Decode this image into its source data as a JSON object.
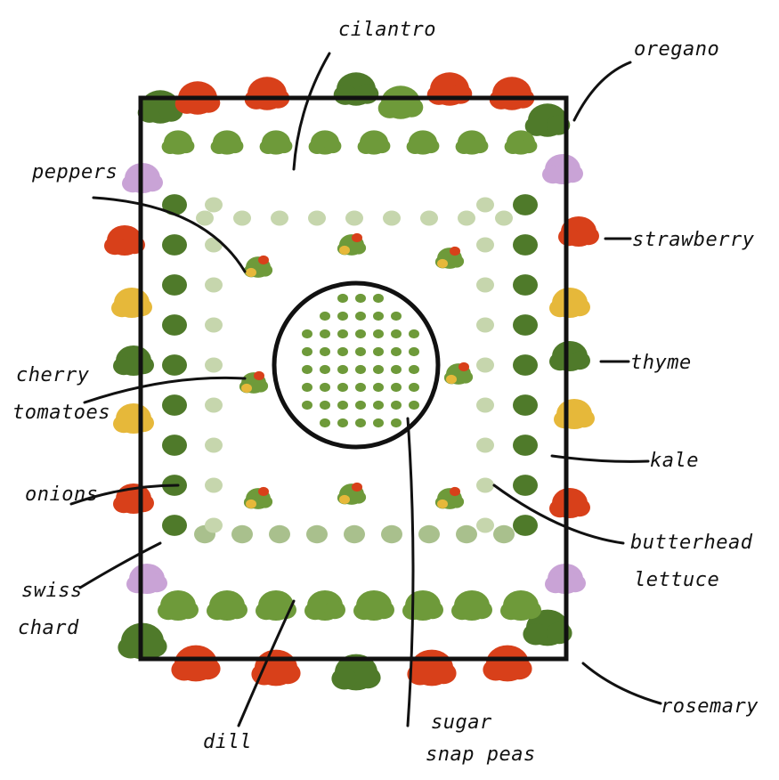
{
  "colors": {
    "dark_green": "#4f7a2a",
    "mid_green": "#6e9a3a",
    "light_sage": "#c6d6ad",
    "sage": "#a9c08d",
    "deep_green": "#2f5a2a",
    "red": "#d8401a",
    "yellow": "#e6b83a",
    "lavender": "#c9a3d6",
    "ink": "#111111"
  },
  "labels": {
    "cilantro": "cilantro",
    "oregano": "oregano",
    "peppers": "peppers",
    "strawberry": "strawberry",
    "thyme": "thyme",
    "cherry_tomatoes_1": "cherry",
    "cherry_tomatoes_2": "tomatoes",
    "kale": "kale",
    "onions": "onions",
    "butterhead_1": "butterhead",
    "butterhead_2": "lettuce",
    "swiss_chard_1": "swiss",
    "swiss_chard_2": "chard",
    "rosemary": "rosemary",
    "dill": "dill",
    "sugar_snap_peas_1": "sugar",
    "sugar_snap_peas_2": "snap peas"
  }
}
